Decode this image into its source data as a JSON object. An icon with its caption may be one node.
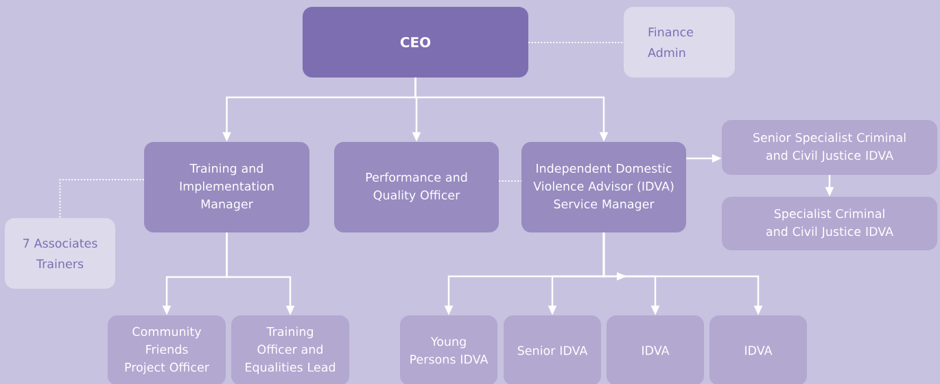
{
  "diagram": {
    "nodes": [
      {
        "text": [
          "CEO"
        ]
      },
      {
        "text": [
          "Finance Admin"
        ]
      },
      {
        "text": [
          "Training and Implementation Manager"
        ]
      },
      {
        "text": [
          "Performance and Quality Officer"
        ]
      },
      {
        "text": [
          "Independent Domestic Violence Advisor (IDVA) Service Manager"
        ]
      },
      {
        "text": [
          "Senior Specialist Criminal and Civil Justice IDVA"
        ]
      },
      {
        "text": [
          "Specialist Criminal and Civil Justice IDVA"
        ]
      },
      {
        "text": [
          "7 Associates Trainers"
        ]
      },
      {
        "text": [
          "Community Friends Project Officer"
        ]
      },
      {
        "text": [
          "Training Officer and Equalities Lead"
        ]
      },
      {
        "text": [
          "Young Persons IDVA"
        ]
      },
      {
        "text": [
          "Senior IDVA"
        ]
      },
      {
        "text": [
          "IDVA"
        ]
      },
      {
        "text": [
          "IDVA"
        ]
      }
    ],
    "edges": [
      {
        "from": 0,
        "to": 1,
        "arrow": "none",
        "style": "dashed"
      },
      {
        "from": 0,
        "to": 2,
        "arrow": "to"
      },
      {
        "from": 0,
        "to": 3,
        "arrow": "to"
      },
      {
        "from": 0,
        "to": 4,
        "arrow": "to"
      },
      {
        "from": 2,
        "to": 7,
        "arrow": "none",
        "style": "dashed"
      },
      {
        "from": 3,
        "to": 4,
        "arrow": "none",
        "style": "dashed"
      },
      {
        "from": 4,
        "to": 5,
        "arrow": "to"
      },
      {
        "from": 5,
        "to": 6,
        "arrow": "to"
      },
      {
        "from": 2,
        "to": 8,
        "arrow": "to"
      },
      {
        "from": 2,
        "to": 9,
        "arrow": "to"
      },
      {
        "from": 4,
        "to": 10,
        "arrow": "to"
      },
      {
        "from": 4,
        "to": 11,
        "arrow": "to"
      },
      {
        "from": 4,
        "to": 12,
        "arrow": "to"
      },
      {
        "from": 4,
        "to": 13,
        "arrow": "to"
      }
    ]
  }
}
